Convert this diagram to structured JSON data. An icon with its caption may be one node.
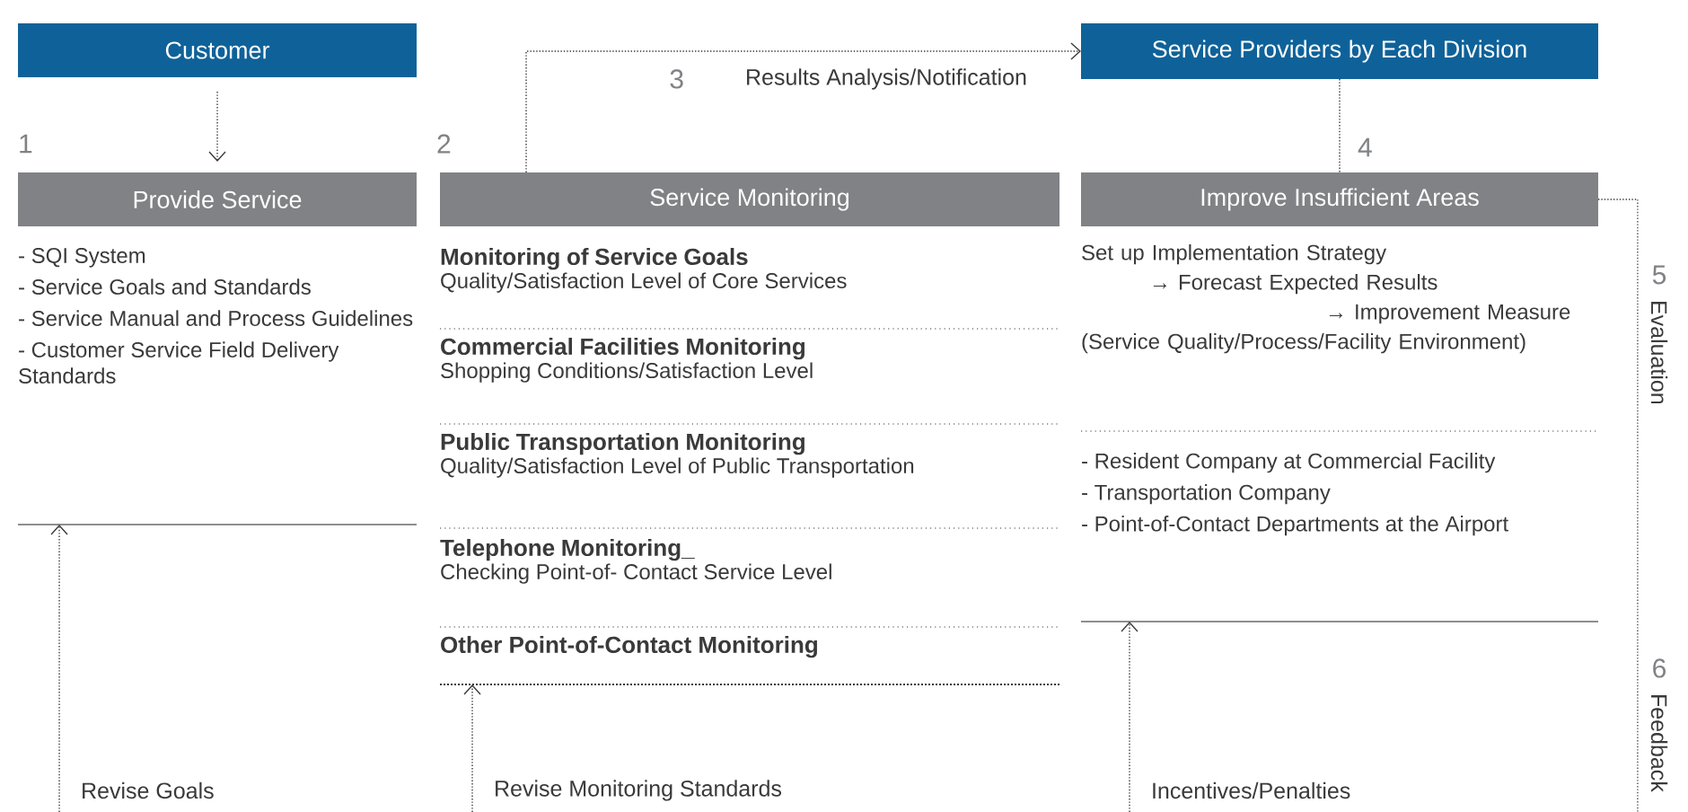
{
  "diagram": {
    "nodes": [
      {
        "text": [
          "Customer"
        ]
      },
      {
        "text": [
          "Provide Service"
        ],
        "beside": [
          "1"
        ]
      },
      {
        "text": [
          "- SQI System",
          "- Service Goals and Standards",
          "- Service Manual and Process Guidelines",
          "- Customer Service Field Delivery Standards"
        ]
      },
      {
        "text": [
          "Service Monitoring"
        ],
        "beside": [
          "2"
        ]
      },
      {
        "text": [
          "Monitoring of Service Goals",
          "Quality/Satisfaction Level of Core Services"
        ]
      },
      {
        "text": [
          "Commercial Facilities Monitoring",
          "Shopping Conditions/Satisfaction Level"
        ]
      },
      {
        "text": [
          "Public Transportation Monitoring",
          "Quality/Satisfaction Level of Public Transportation"
        ]
      },
      {
        "text": [
          "Telephone Monitoring_",
          "Checking Point-of- Contact Service Level"
        ]
      },
      {
        "text": [
          "Other Point-of-Contact Monitoring"
        ]
      },
      {
        "text": [
          "Service Providers by Each Division"
        ]
      },
      {
        "text": [
          "Improve Insufficient Areas"
        ],
        "beside": [
          "4"
        ]
      },
      {
        "text": [
          "Set up Implementation Strategy",
          "→ Forecast Expected Results",
          "→ Improvement Measure",
          "(Service Quality/Process/Facility Environment)"
        ]
      },
      {
        "text": [
          "- Resident Company at Commercial Facility",
          "- Transportation Company",
          "- Point-of-Contact Departments at the Airport"
        ]
      }
    ],
    "edges": [
      {
        "from": 0,
        "to": 1,
        "arrow": "to",
        "style": "dashed"
      },
      {
        "from": 3,
        "to": 9,
        "arrow": "to",
        "label": "Results Analysis/Notification",
        "style": "dashed"
      },
      {
        "from": 9,
        "to": 10,
        "arrow": "none",
        "style": "dashed"
      },
      {
        "from": 10,
        "to": null,
        "arrow": "none",
        "style": "dashed"
      },
      {
        "from": null,
        "to": 2,
        "arrow": "to",
        "label": "Revise Goals",
        "style": "dashed"
      },
      {
        "from": null,
        "to": 8,
        "arrow": "to",
        "label": "Revise Monitoring Standards",
        "style": "dashed"
      },
      {
        "from": null,
        "to": 12,
        "arrow": "to",
        "label": "Incentives/Penalties",
        "style": "dashed"
      }
    ],
    "labels": [
      "3",
      "5",
      "Evaluation",
      "6",
      "Feedback"
    ]
  }
}
